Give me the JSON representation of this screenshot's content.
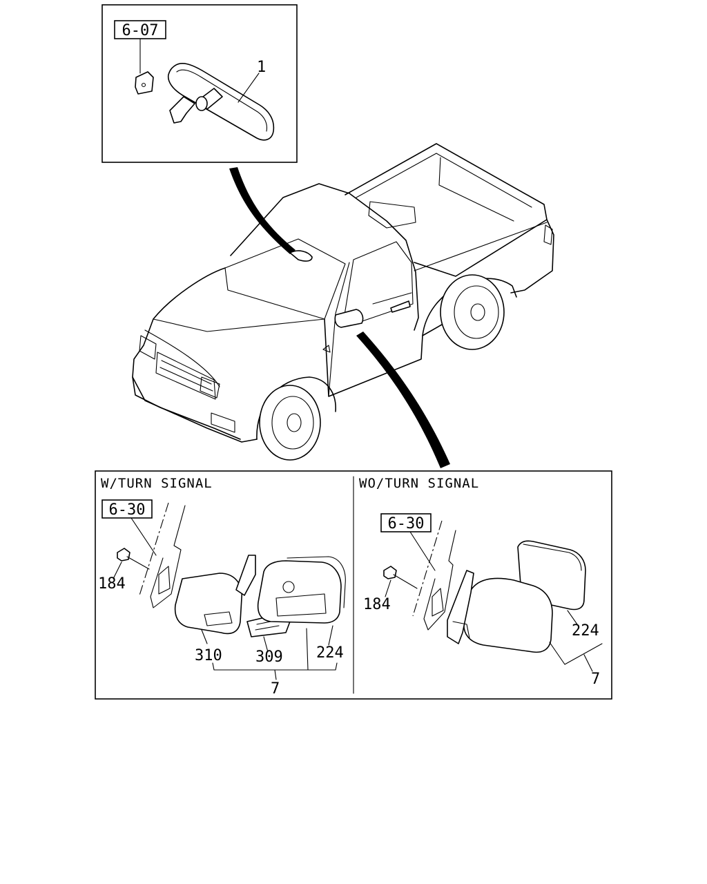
{
  "inset_top": {
    "ref_box": "6-07",
    "part_labels": [
      "1"
    ]
  },
  "panel_left": {
    "caption": "W/TURN SIGNAL",
    "ref_box": "6-30",
    "part_labels": [
      "184",
      "310",
      "309",
      "224",
      "7"
    ]
  },
  "panel_right": {
    "caption": "WO/TURN SIGNAL",
    "ref_box": "6-30",
    "part_labels": [
      "184",
      "224",
      "7"
    ]
  }
}
